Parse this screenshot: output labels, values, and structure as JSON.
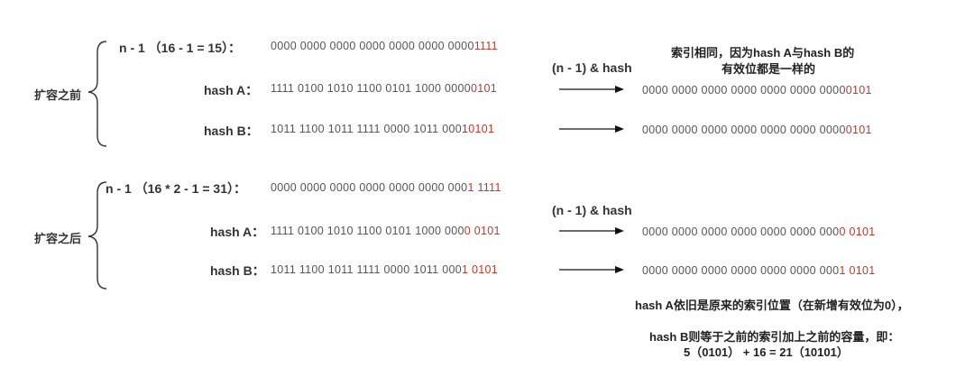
{
  "before": {
    "section_label": "扩容之前",
    "mask": {
      "label": "n - 1 （16 - 1 = 15）：",
      "bits_gray": "0000 0000 0000 0000 0000 0000 0000",
      "bits_red": "1111"
    },
    "hash_a": {
      "label": "hash A：",
      "bits_gray": "1111 0100 1010 1100 0101 1000 0000",
      "bits_red": "0101"
    },
    "hash_b": {
      "label": "hash B：",
      "bits_gray": "1011 1100 1011 1111 0000 1011 0001",
      "bits_red": "0101"
    },
    "op_label": "(n - 1) & hash",
    "result_a": {
      "bits_gray": "0000 0000 0000 0000 0000 0000 0000",
      "bits_red": "0101"
    },
    "result_b": {
      "bits_gray": "0000 0000 0000 0000 0000 0000 0000",
      "bits_red": "0101"
    },
    "note_line1": "索引相同，因为hash A与hash B的",
    "note_line2": "有效位都是一样的"
  },
  "after": {
    "section_label": "扩容之后",
    "mask": {
      "label": "n - 1 （16 * 2 - 1 = 31）：",
      "bits_gray": "0000 0000 0000 0000 0000 0000 000",
      "bits_red": "1 1111"
    },
    "hash_a": {
      "label": "hash A：",
      "bits_gray": "1111 0100 1010 1100 0101 1000 000",
      "bits_red": "0 0101"
    },
    "hash_b": {
      "label": "hash B：",
      "bits_gray": "1011 1100 1011 1111 0000 1011 000",
      "bits_red": "1 0101"
    },
    "op_label": "(n - 1) & hash",
    "result_a": {
      "bits_gray": "0000 0000 0000 0000 0000 0000 000",
      "bits_red": "0 0101"
    },
    "result_b": {
      "bits_gray": "0000 0000 0000 0000 0000 0000 000",
      "bits_red": "1 0101"
    },
    "note_line1": "hash A依旧是原来的索引位置（在新增有效位为0），",
    "note_line2": "hash B则等于之前的索引加上之前的容量，即：",
    "note_line3": "5（0101） + 16 = 21（10101）"
  },
  "colors": {
    "highlight": "#c0392b",
    "bits": "#555555",
    "label": "#333333"
  }
}
